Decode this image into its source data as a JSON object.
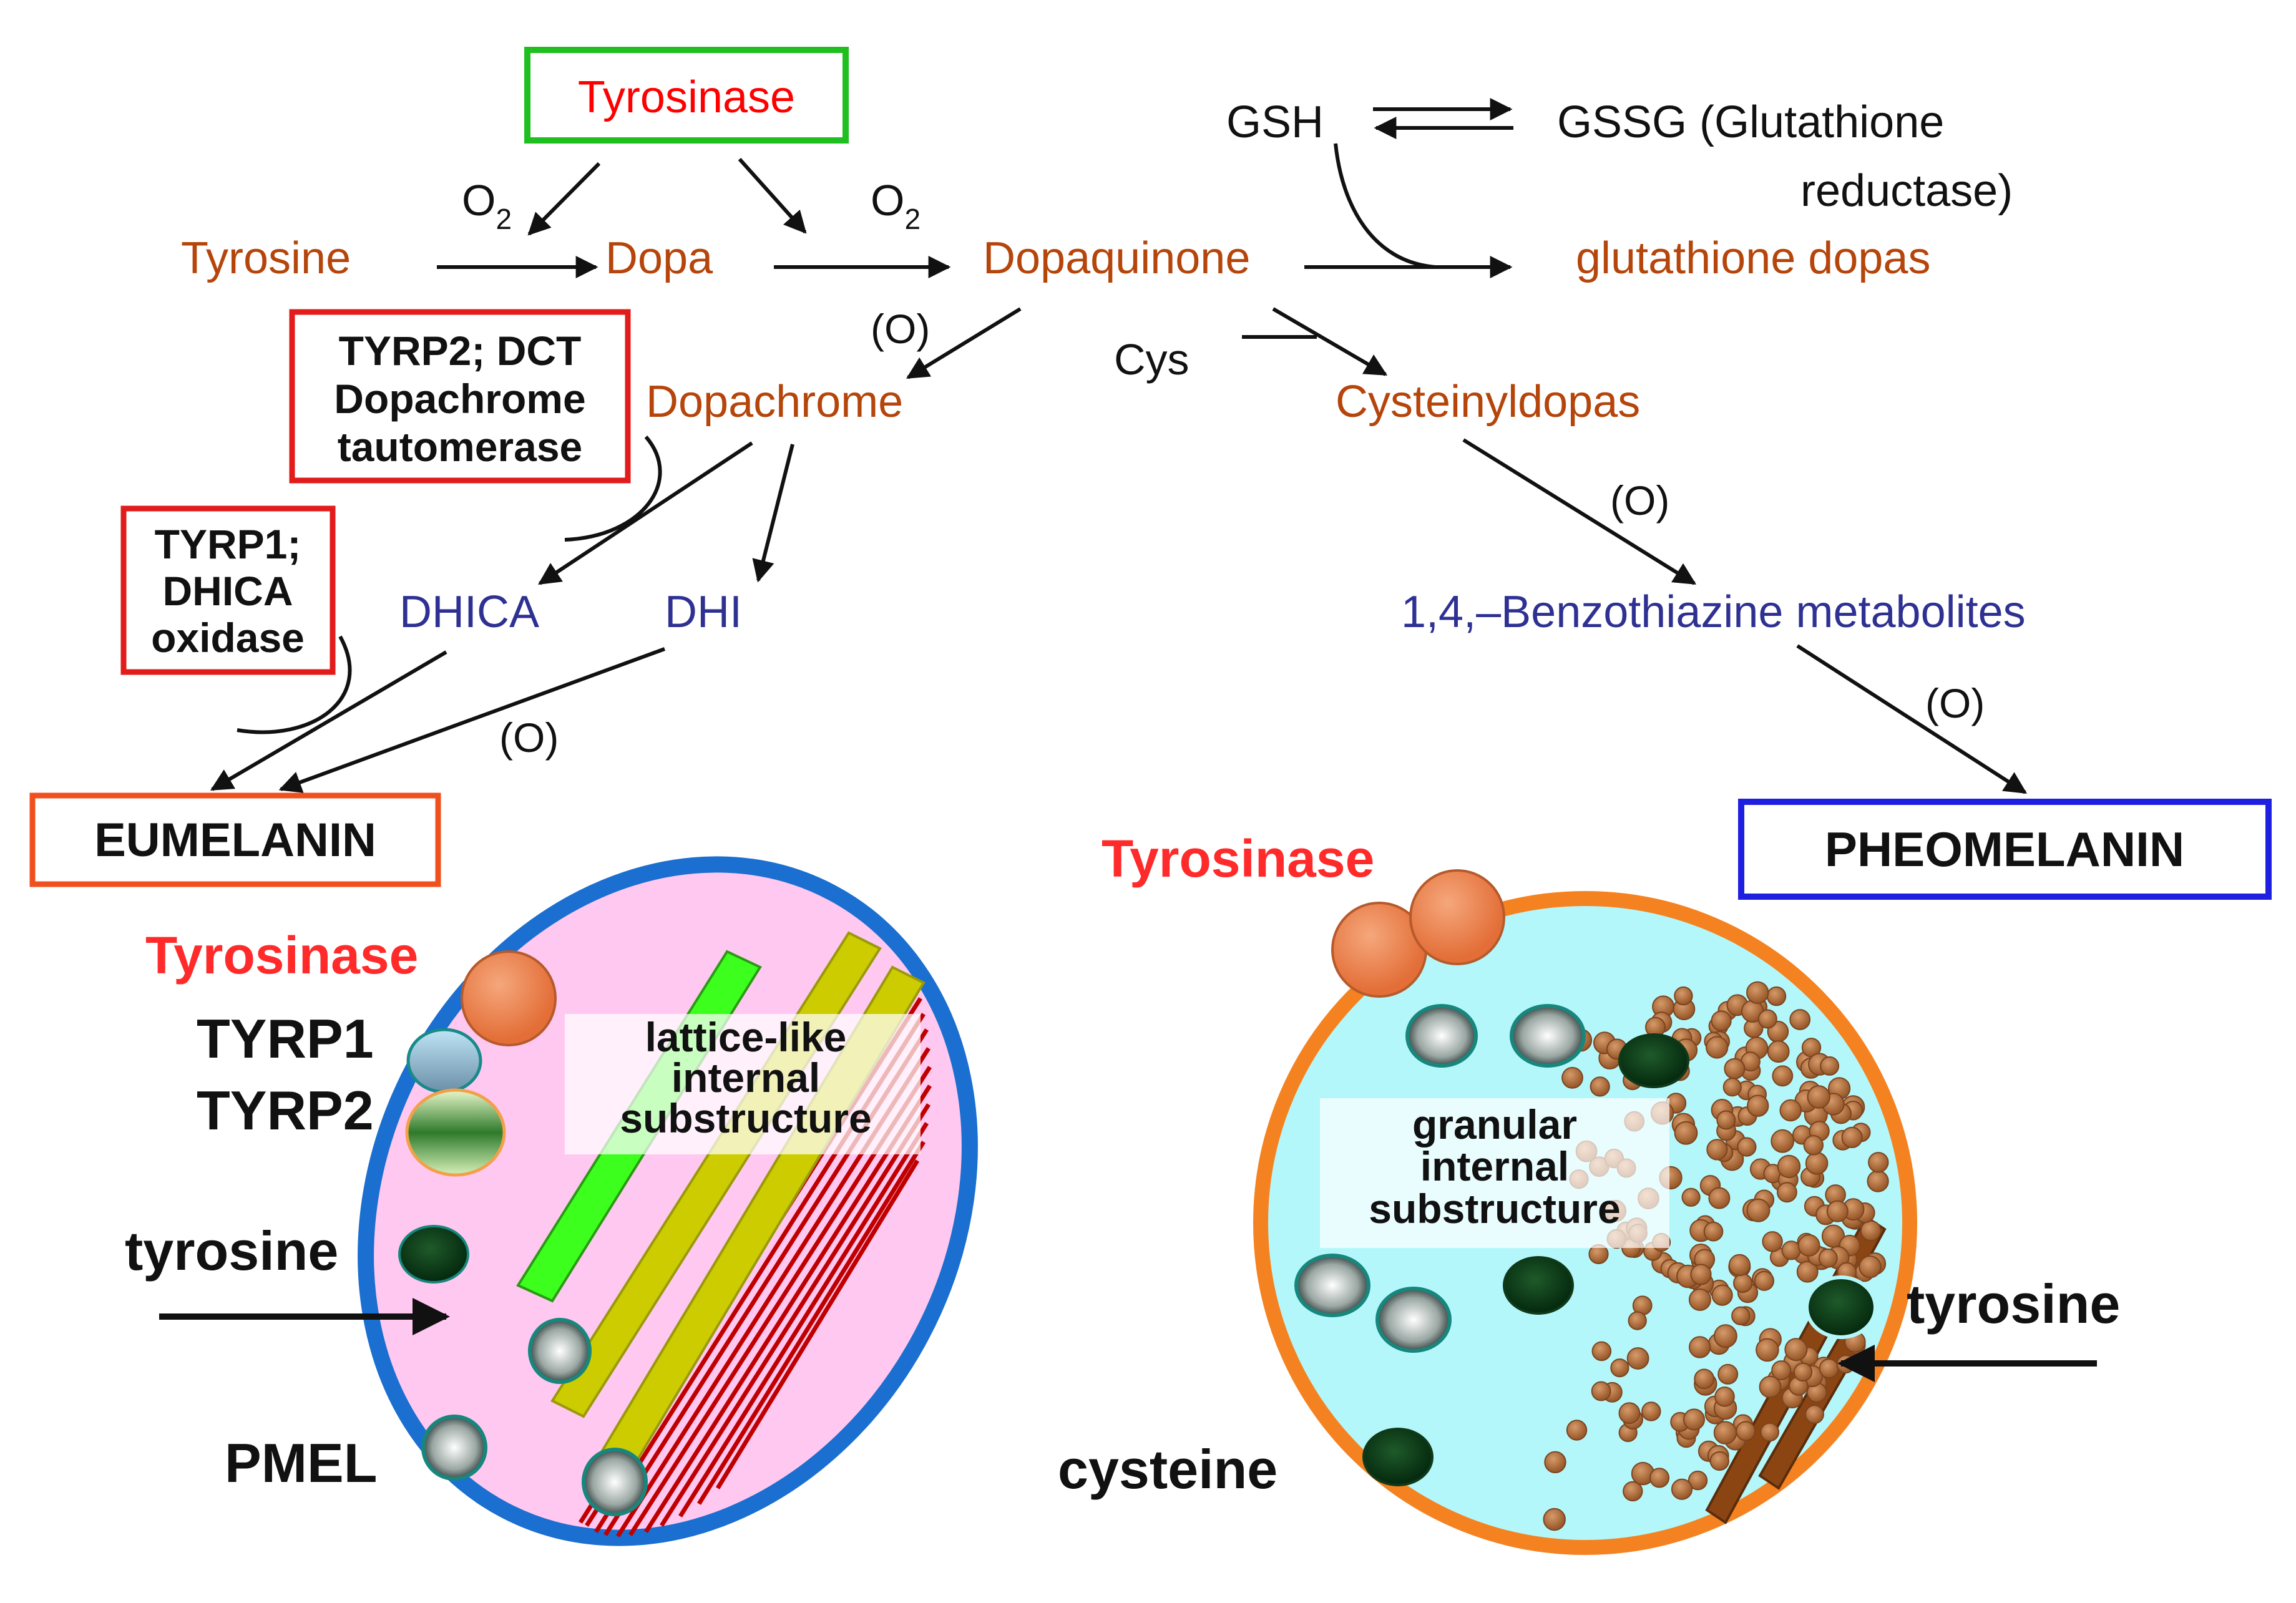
{
  "colors": {
    "compound": "#b5450b",
    "intermediate": "#2e3192",
    "enzyme_red": "#ff0000",
    "box_green": "#1fbf1f",
    "box_red": "#e21b1b",
    "box_blue": "#1f1fe0",
    "box_orange": "#f0501e",
    "ink": "#111111",
    "eumelanosome_fill": "#ffc8f0",
    "eumelanosome_border": "#1a6fd0",
    "pheomelanosome_fill": "#b4f7fb",
    "pheomelanosome_border": "#f58220"
  },
  "pathway": {
    "tyrosinase_box": "Tyrosinase",
    "o2_left": "O",
    "o2_right": "O",
    "o2_sub": "2",
    "tyrosine": "Tyrosine",
    "dopa": "Dopa",
    "dopaquinone": "Dopaquinone",
    "gsh": "GSH",
    "gssg_line1": "GSSG (Glutathione",
    "gssg_line2": "reductase)",
    "glutathione_dopas": "glutathione dopas",
    "o_dopachrome": "(O)",
    "cys": "Cys",
    "cysteinyldopas": "Cysteinyldopas",
    "dopachrome": "Dopachrome",
    "tyrp2_line1": "TYRP2; DCT",
    "tyrp2_line2": "Dopachrome",
    "tyrp2_line3": "tautomerase",
    "tyrp1_line1": "TYRP1;",
    "tyrp1_line2": "DHICA",
    "tyrp1_line3": "oxidase",
    "dhica": "DHICA",
    "dhi": "DHI",
    "o_dhi": "(O)",
    "o_cysteinyl": "(O)",
    "benzothiazine": "1,4,–Benzothiazine metabolites",
    "o_benzo": "(O)",
    "eumelanin": "EUMELANIN",
    "pheomelanin": "PHEOMELANIN"
  },
  "eumelanosome": {
    "tyrosinase": "Tyrosinase",
    "tyrp1": "TYRP1",
    "tyrp2": "TYRP2",
    "tyrosine": "tyrosine",
    "pmel": "PMEL",
    "substructure_line1": "lattice-like",
    "substructure_line2": "internal",
    "substructure_line3": "substructure"
  },
  "pheomelanosome": {
    "tyrosinase": "Tyrosinase",
    "tyrosine": "tyrosine",
    "cysteine": "cysteine",
    "substructure_line1": "granular",
    "substructure_line2": "internal",
    "substructure_line3": "substructure"
  }
}
